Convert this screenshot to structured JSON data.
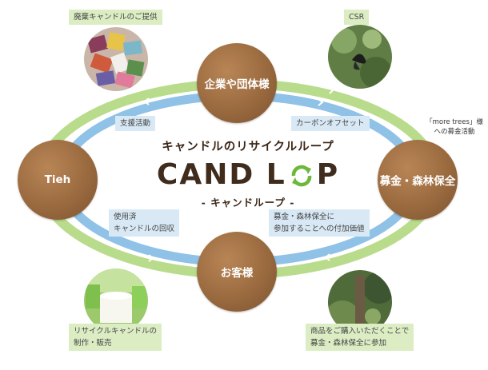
{
  "center": {
    "subtitle": "キャンドルのリサイクルループ",
    "logo_left": "CAND L",
    "logo_right": "P",
    "reading": "- キャンドループ -"
  },
  "nodes": {
    "top": "企業や団体様",
    "left": "Tieh",
    "right": "募金・森林保全",
    "bottom": "お客様"
  },
  "labels": {
    "support": "支援活動",
    "carbon_offset": "カーボンオフセット",
    "used_candles": [
      "使用済",
      "キャンドルの回収"
    ],
    "participation": [
      "募金・森林保全に",
      "参加することへの付加価値"
    ],
    "waste_candle": "廃棄キャンドルのご提供",
    "csr": "CSR",
    "recycle_sales": [
      "リサイクルキャンドルの",
      "制作・販売"
    ],
    "purchase": [
      "商品をご購入いただくことで",
      "募金・森林保全に参加"
    ]
  },
  "note": [
    "「more trees」様",
    "への募金活動"
  ],
  "colors": {
    "outer_loop": "#b9dc8c",
    "inner_loop": "#8fc2e6",
    "node": "#9a6a3f",
    "logo": "#3f2c1d",
    "logo_arrow": "#6cb83a"
  }
}
